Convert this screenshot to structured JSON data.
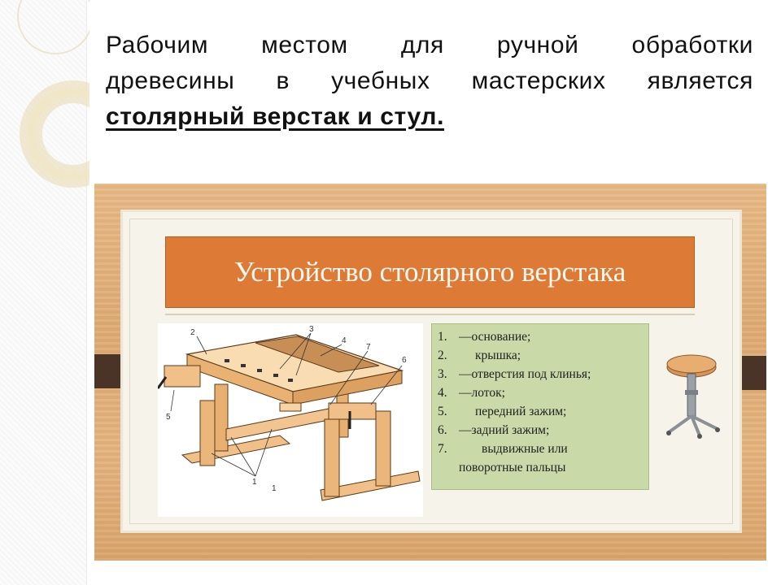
{
  "intro": {
    "line1": "Рабочим местом для ручной обработки",
    "line2": "древесины в учебных мастерских является",
    "line3_bold": "столярный верстак и стул."
  },
  "slide": {
    "title": "Устройство столярного верстака",
    "legend": [
      {
        "num": "1.",
        "text": "—основание;"
      },
      {
        "num": "2.",
        "text": "крышка;"
      },
      {
        "num": "3.",
        "text": "—отверстия под клинья;"
      },
      {
        "num": "4.",
        "text": "—лоток;"
      },
      {
        "num": "5.",
        "text": "передний зажим;"
      },
      {
        "num": "6.",
        "text": "—задний зажим;"
      },
      {
        "num": "7.",
        "text": "выдвижные или"
      },
      {
        "num": "",
        "text": "поворотные пальцы"
      }
    ],
    "diagram_labels": [
      "1",
      "2",
      "3",
      "4",
      "5",
      "6",
      "7",
      "1"
    ]
  },
  "colors": {
    "title_bar": "#dd7a35",
    "legend_bg": "#c9d9a8",
    "wood": "#e4b47f",
    "dark_bar": "#4a3428"
  }
}
